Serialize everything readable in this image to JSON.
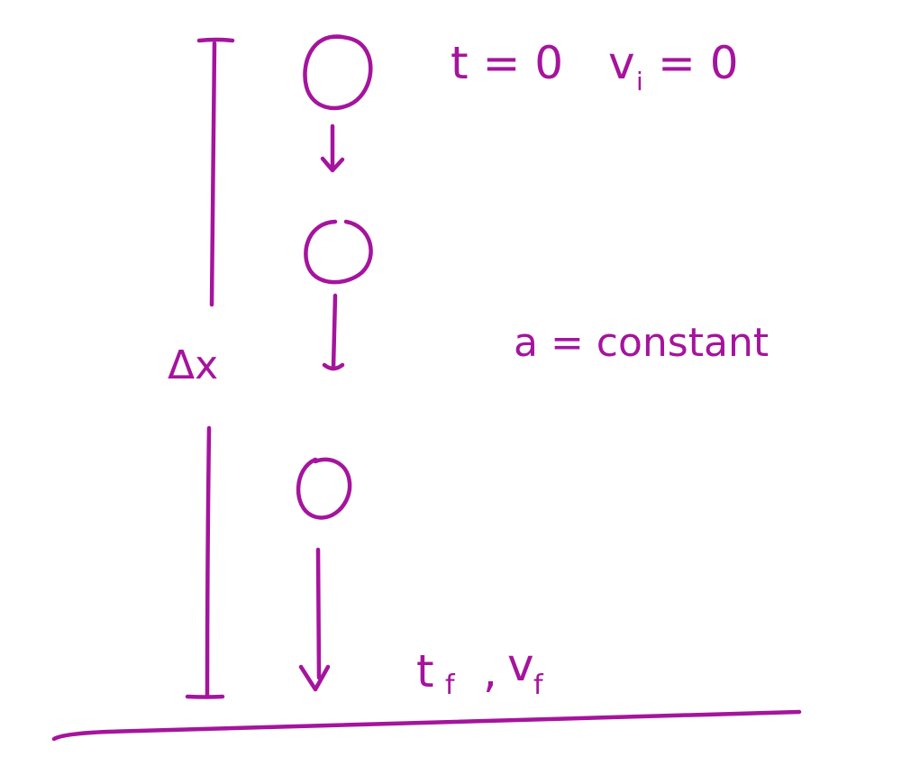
{
  "colors": {
    "ink": "#a5149d",
    "background": "#ffffff"
  },
  "labels": {
    "t_initial": "t = 0",
    "v_initial_symbol": "v",
    "v_initial_subscript": "i",
    "v_initial_value": "= 0",
    "displacement": "Δx",
    "acceleration": "a = constant",
    "t_final_symbol": "t",
    "t_final_subscript": "f",
    "separator": ",",
    "v_final_symbol": "v",
    "v_final_subscript": "f"
  }
}
